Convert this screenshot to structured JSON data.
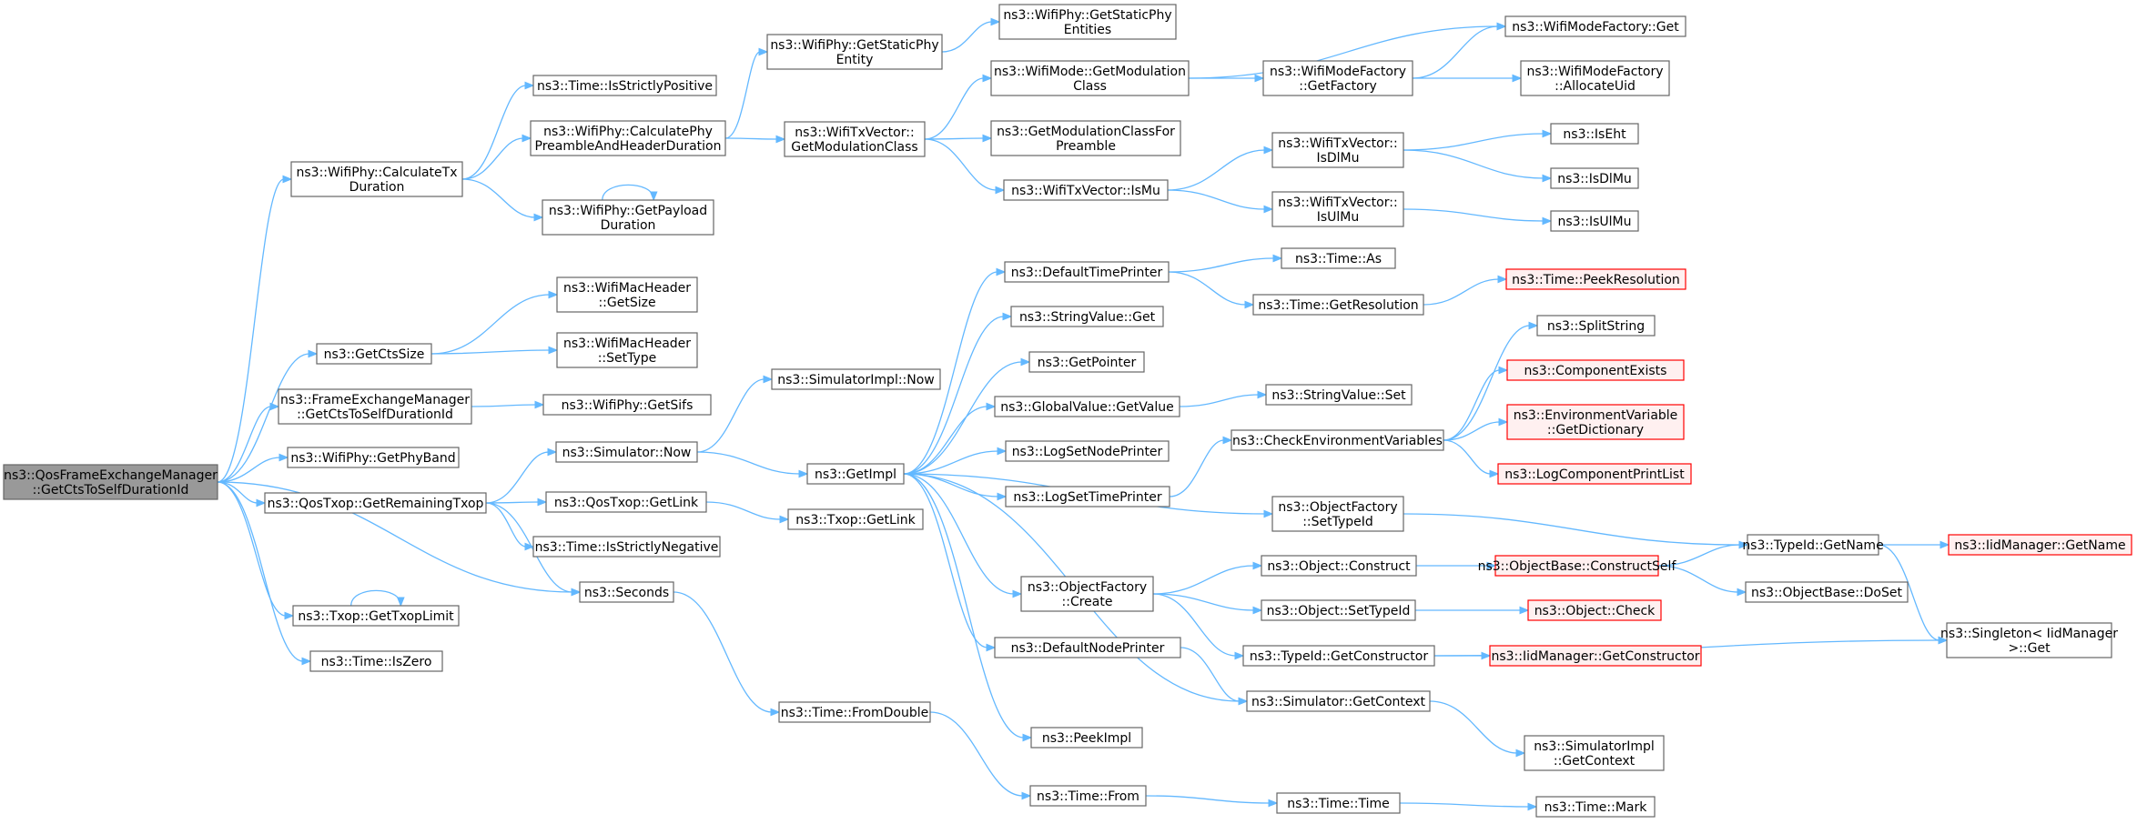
{
  "colors": {
    "edge": "#63b8ff",
    "node_fill": "#ffffff",
    "node_border": "#666666",
    "root_fill": "#999999",
    "root_border": "#666666",
    "truncated_fill": "#fff0f0",
    "truncated_border": "#ff0000",
    "text": "#000000"
  },
  "nodes": [
    {
      "id": "root",
      "lines": [
        "ns3::QosFrameExchangeManager",
        "::GetCtsToSelfDurationId"
      ],
      "kind": "root"
    },
    {
      "id": "calcTxDur",
      "lines": [
        "ns3::WifiPhy::CalculateTx",
        "Duration"
      ]
    },
    {
      "id": "getCtsSize",
      "lines": [
        "ns3::GetCtsSize"
      ]
    },
    {
      "id": "feGetCtsToSelf",
      "lines": [
        "ns3::FrameExchangeManager",
        "::GetCtsToSelfDurationId"
      ]
    },
    {
      "id": "getPhyBand",
      "lines": [
        "ns3::WifiPhy::GetPhyBand"
      ]
    },
    {
      "id": "getRemTxop",
      "lines": [
        "ns3::QosTxop::GetRemainingTxop"
      ]
    },
    {
      "id": "getTxopLimit",
      "lines": [
        "ns3::Txop::GetTxopLimit"
      ]
    },
    {
      "id": "isZero",
      "lines": [
        "ns3::Time::IsZero"
      ]
    },
    {
      "id": "isStrictPos",
      "lines": [
        "ns3::Time::IsStrictlyPositive"
      ]
    },
    {
      "id": "calcPhyPreamble",
      "lines": [
        "ns3::WifiPhy::CalculatePhy",
        "PreambleAndHeaderDuration"
      ]
    },
    {
      "id": "getPayloadDur",
      "lines": [
        "ns3::WifiPhy::GetPayload",
        "Duration"
      ]
    },
    {
      "id": "macHdrGetSize",
      "lines": [
        "ns3::WifiMacHeader",
        "::GetSize"
      ]
    },
    {
      "id": "macHdrSetType",
      "lines": [
        "ns3::WifiMacHeader",
        "::SetType"
      ]
    },
    {
      "id": "getSifs",
      "lines": [
        "ns3::WifiPhy::GetSifs"
      ]
    },
    {
      "id": "simNow",
      "lines": [
        "ns3::Simulator::Now"
      ]
    },
    {
      "id": "qosGetLink",
      "lines": [
        "ns3::QosTxop::GetLink"
      ]
    },
    {
      "id": "isStrictNeg",
      "lines": [
        "ns3::Time::IsStrictlyNegative"
      ]
    },
    {
      "id": "seconds",
      "lines": [
        "ns3::Seconds"
      ]
    },
    {
      "id": "getStaticPhyEntity",
      "lines": [
        "ns3::WifiPhy::GetStaticPhy",
        "Entity"
      ]
    },
    {
      "id": "txvGetModClass",
      "lines": [
        "ns3::WifiTxVector::",
        "GetModulationClass"
      ]
    },
    {
      "id": "simImplNow",
      "lines": [
        "ns3::SimulatorImpl::Now"
      ]
    },
    {
      "id": "getImpl",
      "lines": [
        "ns3::GetImpl"
      ]
    },
    {
      "id": "txopGetLink",
      "lines": [
        "ns3::Txop::GetLink"
      ]
    },
    {
      "id": "fromDouble",
      "lines": [
        "ns3::Time::FromDouble"
      ]
    },
    {
      "id": "getStaticPhyEntities",
      "lines": [
        "ns3::WifiPhy::GetStaticPhy",
        "Entities"
      ]
    },
    {
      "id": "modeGetModClass",
      "lines": [
        "ns3::WifiMode::GetModulation",
        "Class"
      ]
    },
    {
      "id": "getModClassForPreamble",
      "lines": [
        "ns3::GetModulationClassFor",
        "Preamble"
      ]
    },
    {
      "id": "txvIsMu",
      "lines": [
        "ns3::WifiTxVector::IsMu"
      ]
    },
    {
      "id": "defTimePrinter",
      "lines": [
        "ns3::DefaultTimePrinter"
      ]
    },
    {
      "id": "strValGet",
      "lines": [
        "ns3::StringValue::Get"
      ]
    },
    {
      "id": "getPointer",
      "lines": [
        "ns3::GetPointer"
      ]
    },
    {
      "id": "gvGetValue",
      "lines": [
        "ns3::GlobalValue::GetValue"
      ]
    },
    {
      "id": "logSetNodePrinter",
      "lines": [
        "ns3::LogSetNodePrinter"
      ]
    },
    {
      "id": "logSetTimePrinter",
      "lines": [
        "ns3::LogSetTimePrinter"
      ]
    },
    {
      "id": "ofCreate",
      "lines": [
        "ns3::ObjectFactory",
        "::Create"
      ]
    },
    {
      "id": "defNodePrinter",
      "lines": [
        "ns3::DefaultNodePrinter"
      ]
    },
    {
      "id": "peekImpl",
      "lines": [
        "ns3::PeekImpl"
      ]
    },
    {
      "id": "timeFrom",
      "lines": [
        "ns3::Time::From"
      ]
    },
    {
      "id": "wmfGetFactory",
      "lines": [
        "ns3::WifiModeFactory",
        "::GetFactory"
      ]
    },
    {
      "id": "txvIsDlMu",
      "lines": [
        "ns3::WifiTxVector::",
        "IsDlMu"
      ]
    },
    {
      "id": "txvIsUlMu",
      "lines": [
        "ns3::WifiTxVector::",
        "IsUlMu"
      ]
    },
    {
      "id": "timeAs",
      "lines": [
        "ns3::Time::As"
      ]
    },
    {
      "id": "timeGetRes",
      "lines": [
        "ns3::Time::GetResolution"
      ]
    },
    {
      "id": "strValSet",
      "lines": [
        "ns3::StringValue::Set"
      ]
    },
    {
      "id": "checkEnvVars",
      "lines": [
        "ns3::CheckEnvironmentVariables"
      ]
    },
    {
      "id": "ofSetTypeId",
      "lines": [
        "ns3::ObjectFactory",
        "::SetTypeId"
      ]
    },
    {
      "id": "objConstruct",
      "lines": [
        "ns3::Object::Construct"
      ]
    },
    {
      "id": "objSetTypeId",
      "lines": [
        "ns3::Object::SetTypeId"
      ]
    },
    {
      "id": "typeIdGetCtor",
      "lines": [
        "ns3::TypeId::GetConstructor"
      ]
    },
    {
      "id": "simGetContext",
      "lines": [
        "ns3::Simulator::GetContext"
      ]
    },
    {
      "id": "timeTime",
      "lines": [
        "ns3::Time::Time"
      ]
    },
    {
      "id": "wmfGet",
      "lines": [
        "ns3::WifiModeFactory::Get"
      ]
    },
    {
      "id": "wmfAllocUid",
      "lines": [
        "ns3::WifiModeFactory",
        "::AllocateUid"
      ]
    },
    {
      "id": "isEht",
      "lines": [
        "ns3::IsEht"
      ]
    },
    {
      "id": "isDlMu",
      "lines": [
        "ns3::IsDlMu"
      ]
    },
    {
      "id": "isUlMu",
      "lines": [
        "ns3::IsUlMu"
      ]
    },
    {
      "id": "timePeekRes",
      "lines": [
        "ns3::Time::PeekResolution"
      ],
      "kind": "truncated"
    },
    {
      "id": "splitString",
      "lines": [
        "ns3::SplitString"
      ]
    },
    {
      "id": "compExists",
      "lines": [
        "ns3::ComponentExists"
      ],
      "kind": "truncated"
    },
    {
      "id": "envVarGetDict",
      "lines": [
        "ns3::EnvironmentVariable",
        "::GetDictionary"
      ],
      "kind": "truncated"
    },
    {
      "id": "logCompPrintList",
      "lines": [
        "ns3::LogComponentPrintList"
      ],
      "kind": "truncated"
    },
    {
      "id": "typeIdGetName",
      "lines": [
        "ns3::TypeId::GetName"
      ]
    },
    {
      "id": "objBaseConstructSelf",
      "lines": [
        "ns3::ObjectBase::ConstructSelf"
      ],
      "kind": "truncated"
    },
    {
      "id": "objBaseDoSet",
      "lines": [
        "ns3::ObjectBase::DoSet"
      ]
    },
    {
      "id": "objCheck",
      "lines": [
        "ns3::Object::Check"
      ],
      "kind": "truncated"
    },
    {
      "id": "iidMgrGetCtor",
      "lines": [
        "ns3::IidManager::GetConstructor"
      ],
      "kind": "truncated"
    },
    {
      "id": "simImplGetContext",
      "lines": [
        "ns3::SimulatorImpl",
        "::GetContext"
      ]
    },
    {
      "id": "timeMark",
      "lines": [
        "ns3::Time::Mark"
      ]
    },
    {
      "id": "iidMgrGetName",
      "lines": [
        "ns3::IidManager::GetName"
      ],
      "kind": "truncated"
    },
    {
      "id": "singletonGet",
      "lines": [
        "ns3::Singleton< IidManager",
        " >::Get"
      ]
    }
  ]
}
